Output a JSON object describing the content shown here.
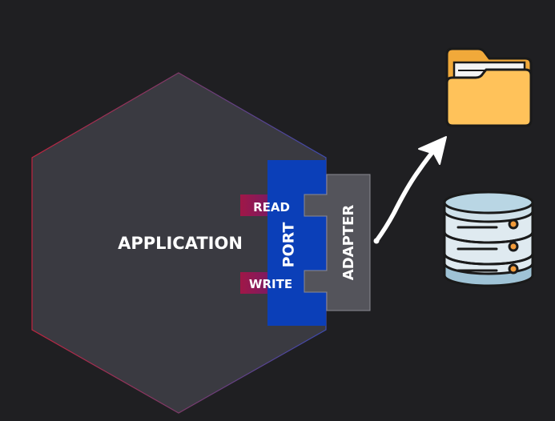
{
  "diagram": {
    "application_label": "APPLICATION",
    "port_label": "PORT",
    "adapter_label": "ADAPTER",
    "read_label": "READ",
    "write_label": "WRITE"
  },
  "icons": {
    "folder": "folder-icon",
    "database": "database-icon",
    "arrow": "arrow-icon"
  },
  "colors": {
    "background": "#1f1f22",
    "hexagon_fill": "#3a3a41",
    "port_blue": "#0b3fb8",
    "adapter_gray": "#54545b",
    "read_write_tab": "#a01747",
    "folder_orange": "#ffc25a",
    "database_light": "#b9d6e4"
  }
}
